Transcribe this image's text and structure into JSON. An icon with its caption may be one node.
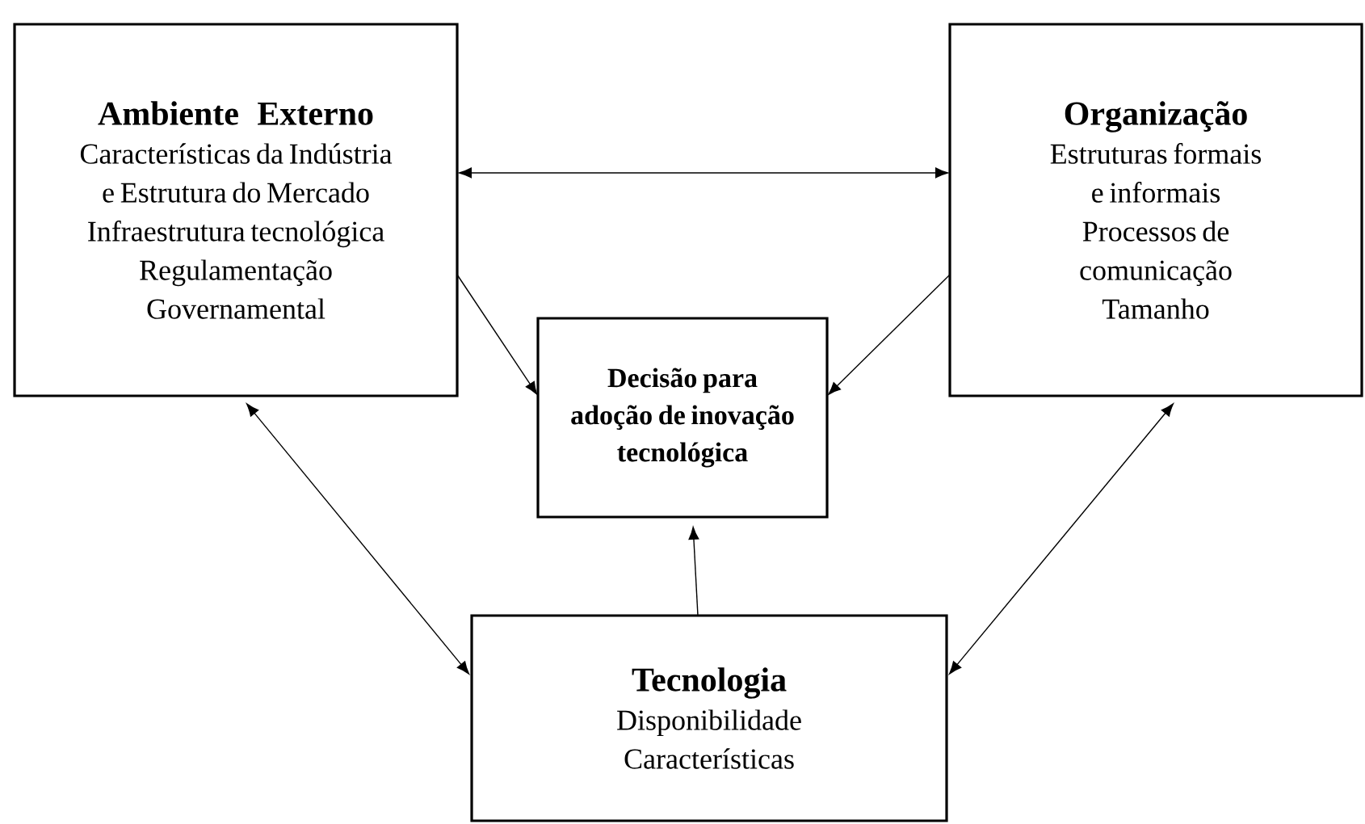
{
  "diagram": {
    "nodes": [
      {
        "text": [
          "Ambiente Externo",
          "Características da Indústria e Estrutura do Mercado",
          "Infraestrutura tecnológica",
          "Regulamentação Governamental"
        ]
      },
      {
        "text": [
          "Organização",
          "Estruturas formais e informais",
          "Processos de comunicação",
          "Tamanho"
        ]
      },
      {
        "text": [
          "Decisão para adoção de inovação tecnológica"
        ]
      },
      {
        "text": [
          "Tecnologia",
          "Disponibilidade",
          "Características"
        ]
      }
    ],
    "edges": [
      {
        "from": 0,
        "to": 1,
        "arrow": "both"
      },
      {
        "from": 0,
        "to": 2,
        "arrow": "to"
      },
      {
        "from": 1,
        "to": 2,
        "arrow": "to"
      },
      {
        "from": 3,
        "to": 2,
        "arrow": "to"
      },
      {
        "from": 0,
        "to": 3,
        "arrow": "both"
      },
      {
        "from": 1,
        "to": 3,
        "arrow": "both"
      }
    ]
  }
}
